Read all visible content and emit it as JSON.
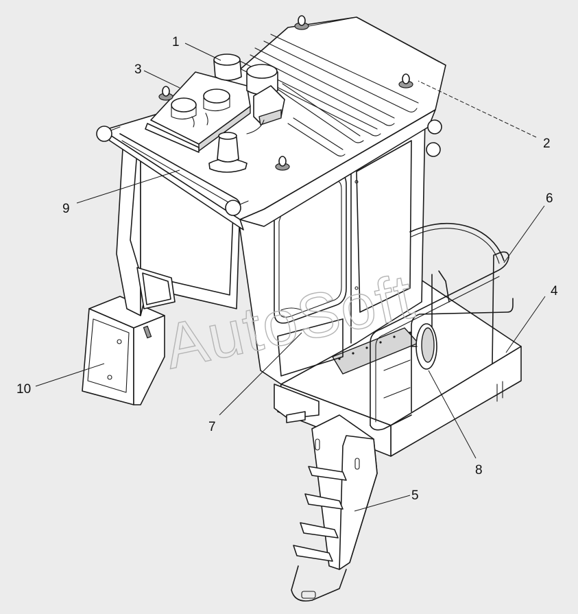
{
  "diagram": {
    "watermark": "AutoSoft",
    "callouts": [
      {
        "id": "1",
        "label": "1"
      },
      {
        "id": "2",
        "label": "2"
      },
      {
        "id": "3",
        "label": "3"
      },
      {
        "id": "4",
        "label": "4"
      },
      {
        "id": "5",
        "label": "5"
      },
      {
        "id": "6",
        "label": "6"
      },
      {
        "id": "7",
        "label": "7"
      },
      {
        "id": "8",
        "label": "8"
      },
      {
        "id": "9",
        "label": "9"
      },
      {
        "id": "10",
        "label": "10"
      }
    ]
  }
}
